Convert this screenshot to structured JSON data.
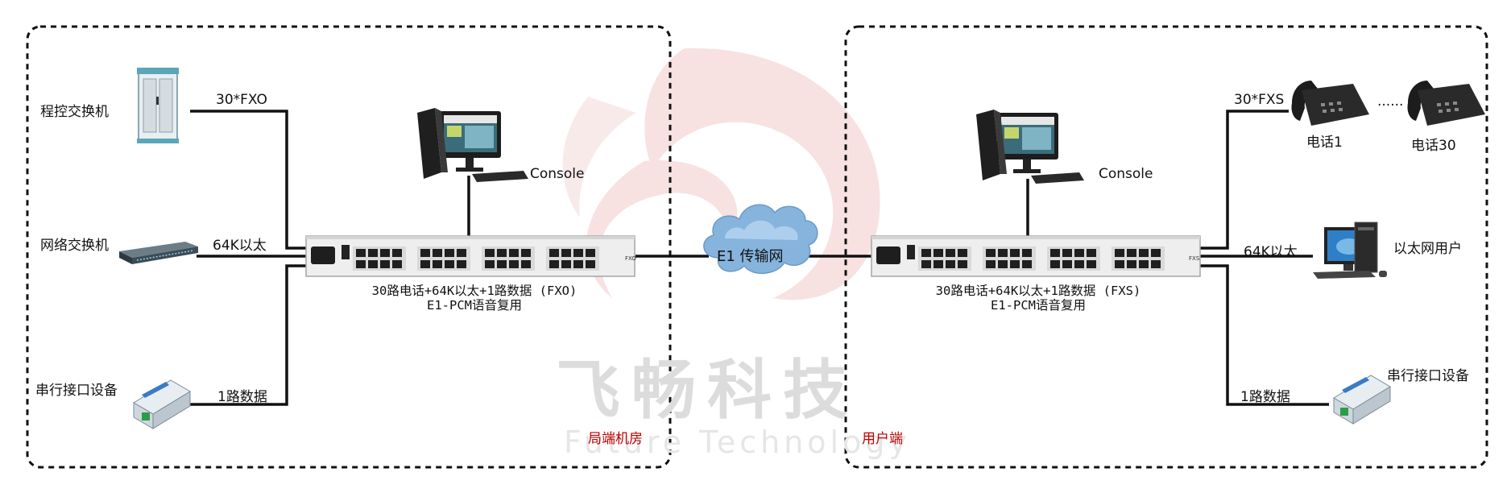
{
  "sites": {
    "central": {
      "label": "局端机房"
    },
    "user": {
      "label": "用户端"
    }
  },
  "left_devices": {
    "pbx": "程控交换机",
    "switch": "网络交换机",
    "serial": "串行接口设备"
  },
  "left_links": {
    "fxo": "30*FXO",
    "ethernet": "64K以太",
    "data": "1路数据"
  },
  "right_devices": {
    "phone1": "电话1",
    "phone30": "电话30",
    "ellipsis": "......",
    "eth_user": "以太网用户",
    "serial": "串行接口设备"
  },
  "right_links": {
    "fxs": "30*FXS",
    "ethernet": "64K以太",
    "data": "1路数据"
  },
  "console": {
    "left": "Console",
    "right": "Console"
  },
  "network": {
    "label": "E1 传输网"
  },
  "muxes": {
    "left": {
      "line1": "30路电话+64K以太+1路数据 (FXO)",
      "line2": "E1-PCM语音复用",
      "tag": "FXO"
    },
    "right": {
      "line1": "30路电话+64K以太+1路数据 (FXS)",
      "line2": "E1-PCM语音复用",
      "tag": "FXS"
    }
  },
  "watermark": {
    "cn": "飞畅科技",
    "en": "Future Technology"
  },
  "colors": {
    "line": "#111111",
    "site_label": "#c00000",
    "watermark": "#f2d4d4"
  }
}
